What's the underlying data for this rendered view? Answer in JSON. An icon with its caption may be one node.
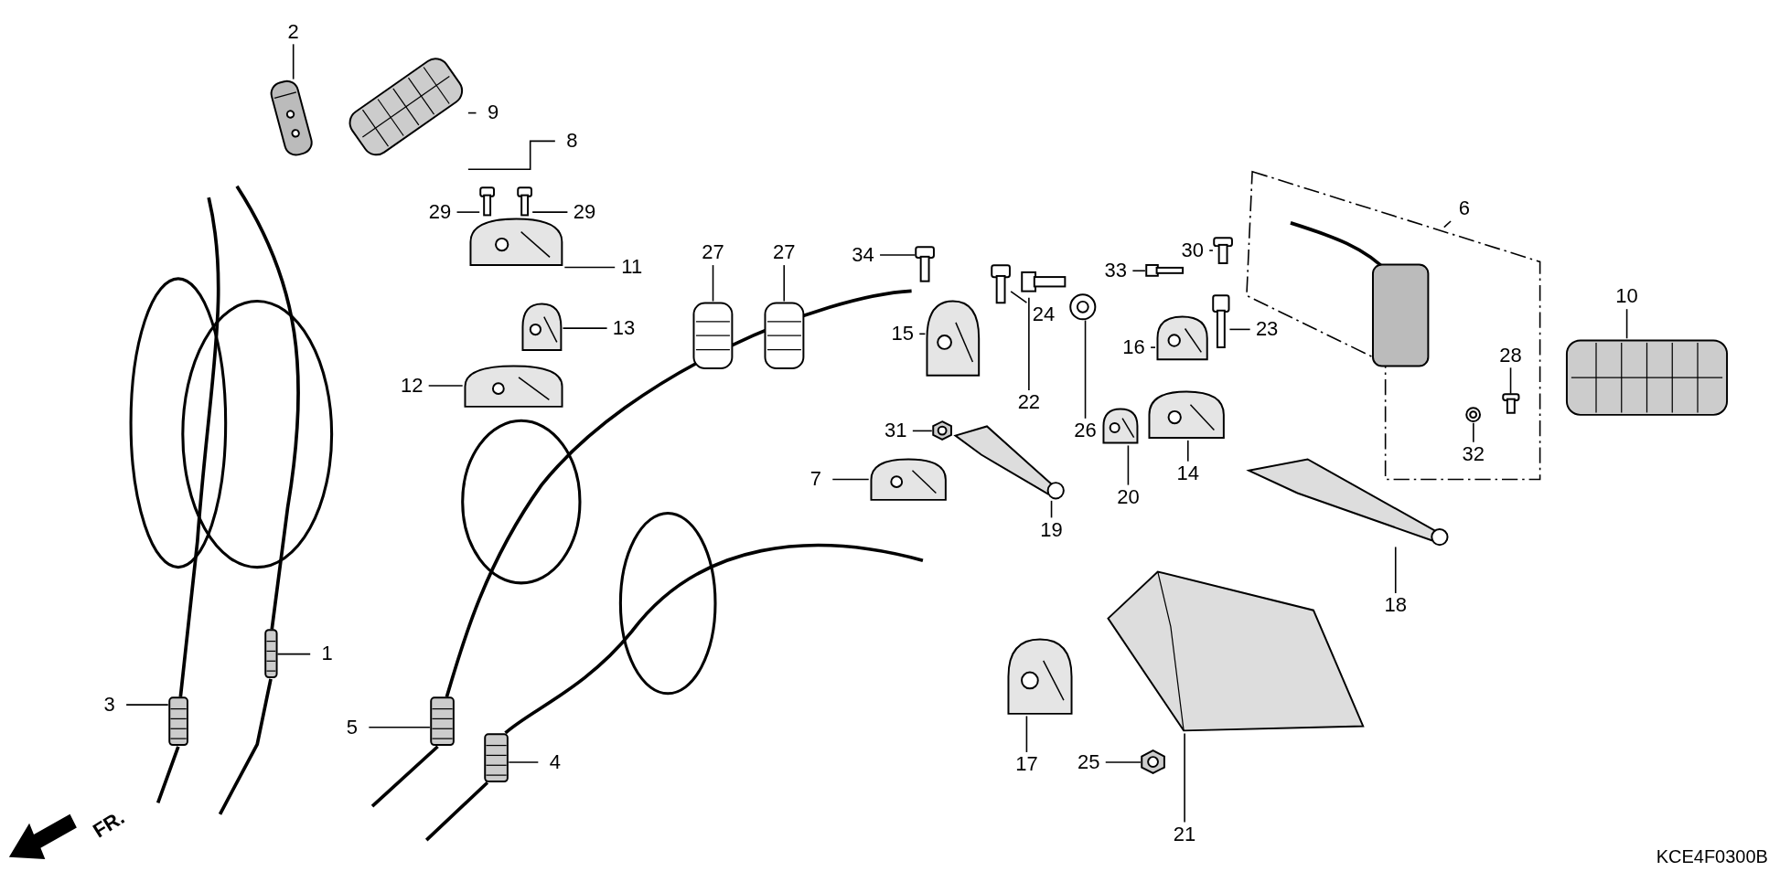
{
  "diagram": {
    "nodes": [
      {
        "text": [
          "2"
        ]
      },
      {
        "text": [],
        "shape": "picture"
      },
      {
        "text": [
          "9"
        ]
      },
      {
        "text": [],
        "shape": "picture"
      },
      {
        "text": [
          "8"
        ]
      },
      {
        "text": [
          "29"
        ]
      },
      {
        "text": [],
        "shape": "picture"
      },
      {
        "text": [
          "29"
        ]
      },
      {
        "text": [],
        "shape": "picture"
      },
      {
        "text": [
          "11"
        ]
      },
      {
        "text": [],
        "shape": "picture"
      },
      {
        "text": [
          "13"
        ]
      },
      {
        "text": [],
        "shape": "picture"
      },
      {
        "text": [
          "12"
        ]
      },
      {
        "text": [],
        "shape": "picture"
      },
      {
        "text": [
          "27"
        ]
      },
      {
        "text": [],
        "shape": "picture"
      },
      {
        "text": [
          "27"
        ]
      },
      {
        "text": [],
        "shape": "picture"
      },
      {
        "text": [
          "34"
        ]
      },
      {
        "text": [],
        "shape": "picture"
      },
      {
        "text": [
          "15"
        ]
      },
      {
        "text": [],
        "shape": "picture"
      },
      {
        "text": [
          "24"
        ]
      },
      {
        "text": [],
        "shape": "picture"
      },
      {
        "text": [
          "31"
        ]
      },
      {
        "text": [],
        "shape": "picture"
      },
      {
        "text": [
          "7"
        ]
      },
      {
        "text": [],
        "shape": "picture"
      },
      {
        "text": [
          "19"
        ]
      },
      {
        "text": [],
        "shape": "picture"
      },
      {
        "text": [
          "22"
        ]
      },
      {
        "text": [],
        "shape": "picture"
      },
      {
        "text": [
          "26"
        ]
      },
      {
        "text": [],
        "shape": "picture"
      },
      {
        "text": [
          "20"
        ]
      },
      {
        "text": [],
        "shape": "picture"
      },
      {
        "text": [
          "16"
        ]
      },
      {
        "text": [],
        "shape": "picture"
      },
      {
        "text": [
          "14"
        ]
      },
      {
        "text": [],
        "shape": "picture"
      },
      {
        "text": [
          "33"
        ]
      },
      {
        "text": [],
        "shape": "picture"
      },
      {
        "text": [
          "30"
        ]
      },
      {
        "text": [],
        "shape": "picture"
      },
      {
        "text": [
          "23"
        ]
      },
      {
        "text": [],
        "shape": "picture"
      },
      {
        "text": [
          "6"
        ]
      },
      {
        "text": [],
        "shape": "picture"
      },
      {
        "text": [
          "28"
        ]
      },
      {
        "text": [],
        "shape": "picture"
      },
      {
        "text": [
          "32"
        ]
      },
      {
        "text": [],
        "shape": "picture"
      },
      {
        "text": [
          "10"
        ]
      },
      {
        "text": [],
        "shape": "picture"
      },
      {
        "text": [
          "18"
        ]
      },
      {
        "text": [],
        "shape": "picture"
      },
      {
        "text": [
          "21"
        ]
      },
      {
        "text": [],
        "shape": "picture"
      },
      {
        "text": [
          "17"
        ]
      },
      {
        "text": [],
        "shape": "picture"
      },
      {
        "text": [
          "25"
        ]
      },
      {
        "text": [],
        "shape": "picture"
      },
      {
        "text": [
          "3"
        ]
      },
      {
        "text": [],
        "shape": "picture"
      },
      {
        "text": [
          "1"
        ]
      },
      {
        "text": [],
        "shape": "picture"
      },
      {
        "text": [
          "5"
        ]
      },
      {
        "text": [],
        "shape": "picture"
      },
      {
        "text": [
          "4"
        ]
      },
      {
        "text": [],
        "shape": "picture"
      }
    ],
    "edges": [
      {
        "from": 0,
        "to": 1,
        "arrow": "none"
      },
      {
        "from": 2,
        "to": 3,
        "arrow": "none"
      },
      {
        "from": 4,
        "to": 3,
        "arrow": "none"
      },
      {
        "from": 5,
        "to": 6,
        "arrow": "none"
      },
      {
        "from": 7,
        "to": 8,
        "arrow": "none"
      },
      {
        "from": 9,
        "to": 10,
        "arrow": "none"
      },
      {
        "from": 11,
        "to": 12,
        "arrow": "none"
      },
      {
        "from": 13,
        "to": 14,
        "arrow": "none"
      },
      {
        "from": 15,
        "to": 16,
        "arrow": "none"
      },
      {
        "from": 17,
        "to": 18,
        "arrow": "none"
      },
      {
        "from": 19,
        "to": 20,
        "arrow": "none"
      },
      {
        "from": 21,
        "to": 22,
        "arrow": "none"
      },
      {
        "from": 23,
        "to": 24,
        "arrow": "none"
      },
      {
        "from": 25,
        "to": 26,
        "arrow": "none"
      },
      {
        "from": 27,
        "to": 28,
        "arrow": "none"
      },
      {
        "from": 29,
        "to": 30,
        "arrow": "none"
      },
      {
        "from": 31,
        "to": 32,
        "arrow": "none"
      },
      {
        "from": 33,
        "to": 34,
        "arrow": "none"
      },
      {
        "from": 35,
        "to": 36,
        "arrow": "none"
      },
      {
        "from": 37,
        "to": 38,
        "arrow": "none"
      },
      {
        "from": 39,
        "to": 40,
        "arrow": "none"
      },
      {
        "from": 41,
        "to": 42,
        "arrow": "none"
      },
      {
        "from": 43,
        "to": 44,
        "arrow": "none"
      },
      {
        "from": 45,
        "to": 46,
        "arrow": "none"
      },
      {
        "from": 47,
        "to": 48,
        "arrow": "none"
      },
      {
        "from": 49,
        "to": 50,
        "arrow": "none"
      },
      {
        "from": 51,
        "to": 52,
        "arrow": "none"
      },
      {
        "from": 53,
        "to": 54,
        "arrow": "none"
      },
      {
        "from": 55,
        "to": 56,
        "arrow": "none"
      },
      {
        "from": 57,
        "to": 58,
        "arrow": "none"
      },
      {
        "from": 59,
        "to": 60,
        "arrow": "none"
      },
      {
        "from": 61,
        "to": 62,
        "arrow": "none"
      },
      {
        "from": 63,
        "to": 64,
        "arrow": "none"
      },
      {
        "from": 65,
        "to": 66,
        "arrow": "none"
      },
      {
        "from": 67,
        "to": 68,
        "arrow": "none"
      },
      {
        "from": 69,
        "to": 70,
        "arrow": "none"
      }
    ],
    "labels": [
      "FR.",
      "KCE4F0300B"
    ]
  }
}
